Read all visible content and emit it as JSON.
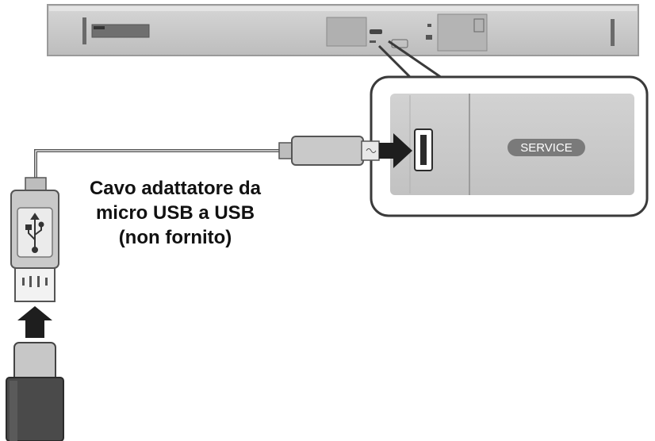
{
  "caption": {
    "line1": "Cavo adattatore da",
    "line2": "micro USB a USB",
    "line3": "(non fornito)"
  },
  "port_label": "SERVICE",
  "colors": {
    "device_body": "#c9c9c9",
    "device_outline": "#7a7a7a",
    "dark": "#2b2b2b",
    "cable": "#555555"
  }
}
